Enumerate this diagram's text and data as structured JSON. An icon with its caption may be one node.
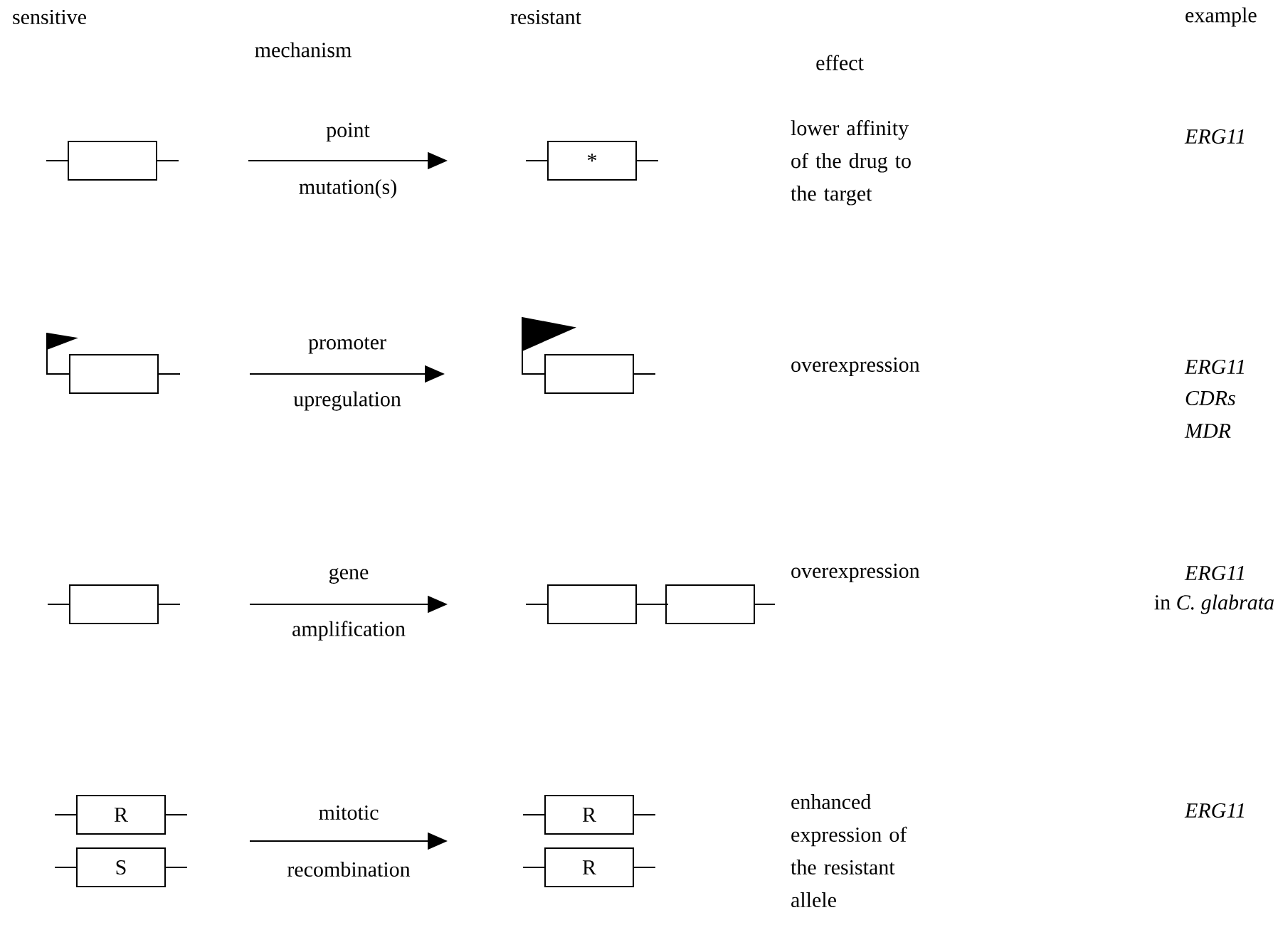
{
  "diagram": {
    "nodes": [
      {
        "text": [],
        "shape": "box"
      },
      {
        "text": [
          "*"
        ]
      },
      {
        "text": [],
        "shape": "box"
      },
      {
        "text": [],
        "shape": "box"
      },
      {
        "text": [],
        "shape": "box"
      },
      {
        "text": [],
        "shape": "box"
      },
      {
        "text": [],
        "shape": "box"
      },
      {
        "text": [
          "R"
        ]
      },
      {
        "text": [
          "S"
        ]
      },
      {
        "text": [
          "R"
        ]
      },
      {
        "text": [
          "R"
        ]
      }
    ],
    "edges": [
      {
        "from": 0,
        "to": 1,
        "arrow": "to",
        "label": "point mutation(s)"
      },
      {
        "from": 2,
        "to": 3,
        "arrow": "to",
        "label": "promoter upregulation"
      },
      {
        "from": 4,
        "to": 5,
        "arrow": "to",
        "label": "gene amplification"
      },
      {
        "from": 7,
        "to": 9,
        "arrow": "to",
        "label": "mitotic recombination"
      },
      {
        "from": 8,
        "to": 10,
        "arrow": "to"
      }
    ],
    "labels": [
      "sensitive",
      "resistant",
      "example",
      "mechanism",
      "effect",
      "lower affinity of the drug to the target",
      "ERG11",
      "overexpression",
      "ERG11",
      "CDRs",
      "MDR",
      "overexpression",
      "ERG11",
      "in *C. glabrata*",
      "enhanced expression of the resistant allele",
      "ERG11"
    ]
  }
}
